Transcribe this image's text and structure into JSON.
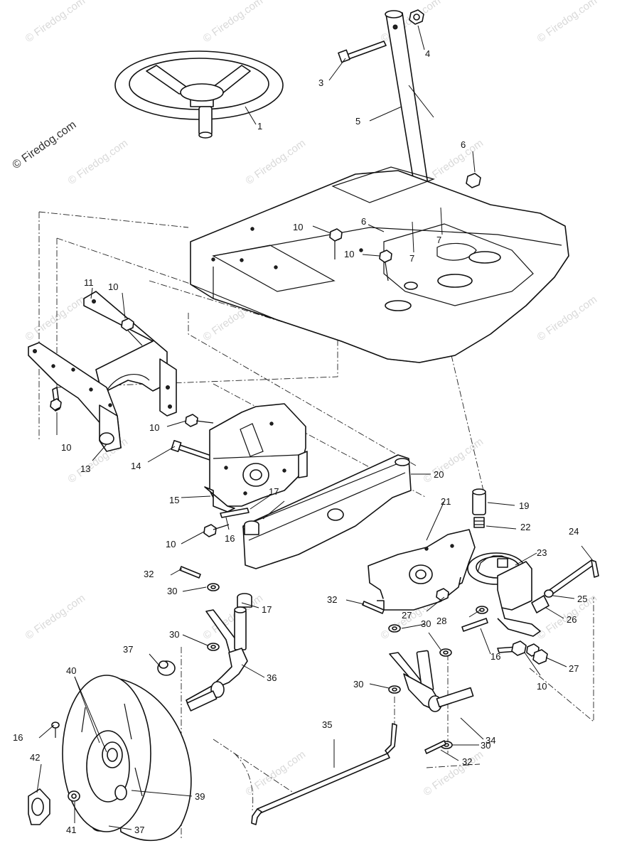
{
  "watermark": {
    "main_text": "© Firedog.com",
    "tile_text": "© Firedog.com"
  },
  "callouts": [
    {
      "id": "c1",
      "label": "1"
    },
    {
      "id": "c3",
      "label": "3"
    },
    {
      "id": "c4",
      "label": "4"
    },
    {
      "id": "c5",
      "label": "5"
    },
    {
      "id": "c6a",
      "label": "6"
    },
    {
      "id": "c6b",
      "label": "6"
    },
    {
      "id": "c7a",
      "label": "7"
    },
    {
      "id": "c7b",
      "label": "7"
    },
    {
      "id": "c10a",
      "label": "10"
    },
    {
      "id": "c10b",
      "label": "10"
    },
    {
      "id": "c10c",
      "label": "10"
    },
    {
      "id": "c10d",
      "label": "10"
    },
    {
      "id": "c10e",
      "label": "10"
    },
    {
      "id": "c10f",
      "label": "10"
    },
    {
      "id": "c10g",
      "label": "10"
    },
    {
      "id": "c11",
      "label": "11"
    },
    {
      "id": "c13",
      "label": "13"
    },
    {
      "id": "c14",
      "label": "14"
    },
    {
      "id": "c15",
      "label": "15"
    },
    {
      "id": "c16a",
      "label": "16"
    },
    {
      "id": "c16b",
      "label": "16"
    },
    {
      "id": "c16c",
      "label": "16"
    },
    {
      "id": "c17a",
      "label": "17"
    },
    {
      "id": "c17b",
      "label": "17"
    },
    {
      "id": "c19",
      "label": "19"
    },
    {
      "id": "c20",
      "label": "20"
    },
    {
      "id": "c21",
      "label": "21"
    },
    {
      "id": "c22",
      "label": "22"
    },
    {
      "id": "c23",
      "label": "23"
    },
    {
      "id": "c24",
      "label": "24"
    },
    {
      "id": "c25",
      "label": "25"
    },
    {
      "id": "c26",
      "label": "26"
    },
    {
      "id": "c27a",
      "label": "27"
    },
    {
      "id": "c27b",
      "label": "27"
    },
    {
      "id": "c28",
      "label": "28"
    },
    {
      "id": "c30a",
      "label": "30"
    },
    {
      "id": "c30b",
      "label": "30"
    },
    {
      "id": "c30c",
      "label": "30"
    },
    {
      "id": "c30d",
      "label": "30"
    },
    {
      "id": "c30e",
      "label": "30"
    },
    {
      "id": "c32a",
      "label": "32"
    },
    {
      "id": "c32b",
      "label": "32"
    },
    {
      "id": "c32c",
      "label": "32"
    },
    {
      "id": "c34",
      "label": "34"
    },
    {
      "id": "c35",
      "label": "35"
    },
    {
      "id": "c36",
      "label": "36"
    },
    {
      "id": "c37a",
      "label": "37"
    },
    {
      "id": "c37b",
      "label": "37"
    },
    {
      "id": "c39",
      "label": "39"
    },
    {
      "id": "c40",
      "label": "40"
    },
    {
      "id": "c41",
      "label": "41"
    },
    {
      "id": "c42",
      "label": "42"
    }
  ]
}
